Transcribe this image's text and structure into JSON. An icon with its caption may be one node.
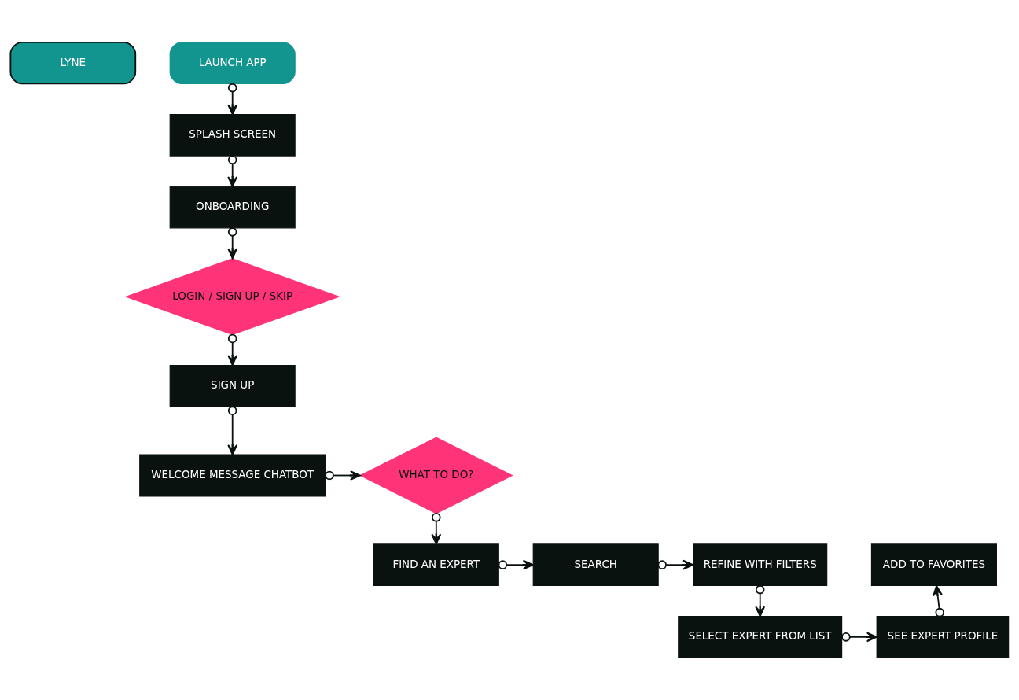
{
  "diagram": {
    "nodes": [
      {
        "text": [
          "LYNE"
        ]
      },
      {
        "text": [
          "LAUNCH APP"
        ]
      },
      {
        "text": [
          "SPLASH SCREEN"
        ]
      },
      {
        "text": [
          "ONBOARDING"
        ]
      },
      {
        "text": [
          "LOGIN / SIGN UP / SKIP"
        ]
      },
      {
        "text": [
          "SIGN UP"
        ]
      },
      {
        "text": [
          "WELCOME MESSAGE CHATBOT"
        ]
      },
      {
        "text": [
          "WHAT TO DO?"
        ]
      },
      {
        "text": [
          "FIND AN EXPERT"
        ]
      },
      {
        "text": [
          "SEARCH"
        ]
      },
      {
        "text": [
          "REFINE WITH FILTERS"
        ]
      },
      {
        "text": [
          "SELECT EXPERT FROM LIST"
        ]
      },
      {
        "text": [
          "SEE EXPERT PROFILE"
        ]
      },
      {
        "text": [
          "ADD TO FAVORITES"
        ]
      }
    ],
    "edges": [
      {
        "from": 1,
        "to": 2,
        "arrow": "to"
      },
      {
        "from": 2,
        "to": 3,
        "arrow": "to"
      },
      {
        "from": 3,
        "to": 4,
        "arrow": "to"
      },
      {
        "from": 4,
        "to": 5,
        "arrow": "to"
      },
      {
        "from": 5,
        "to": 6,
        "arrow": "to"
      },
      {
        "from": 6,
        "to": 7,
        "arrow": "to"
      },
      {
        "from": 7,
        "to": 8,
        "arrow": "to"
      },
      {
        "from": 8,
        "to": 9,
        "arrow": "to"
      },
      {
        "from": 9,
        "to": 10,
        "arrow": "to"
      },
      {
        "from": 10,
        "to": 11,
        "arrow": "to"
      },
      {
        "from": 11,
        "to": 12,
        "arrow": "to"
      },
      {
        "from": 12,
        "to": 13,
        "arrow": "to"
      }
    ]
  }
}
